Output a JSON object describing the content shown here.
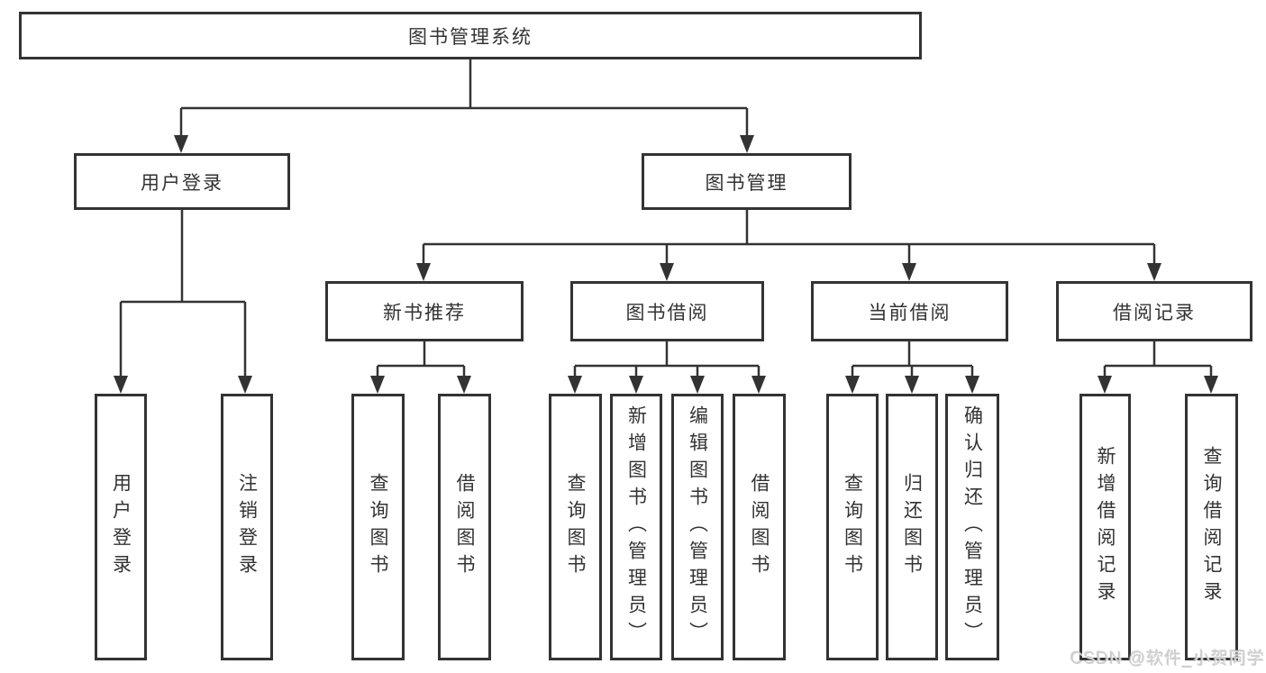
{
  "tree": {
    "root": {
      "label": "图书管理系统"
    },
    "branches": [
      {
        "label": "用户登录",
        "children": [
          "用户登录",
          "注销登录"
        ]
      },
      {
        "label": "图书管理",
        "children": [
          {
            "label": "新书推荐",
            "children": [
              "查询图书",
              "借阅图书"
            ]
          },
          {
            "label": "图书借阅",
            "children": [
              "查询图书",
              "新增图书（管理员）",
              "编辑图书（管理员）",
              "借阅图书"
            ]
          },
          {
            "label": "当前借阅",
            "children": [
              "查询图书",
              "归还图书",
              "确认归还（管理员）"
            ]
          },
          {
            "label": "借阅记录",
            "children": [
              "新增借阅记录",
              "查询借阅记录"
            ]
          }
        ]
      }
    ]
  },
  "colors": {
    "line": "#333333",
    "box_border": "#333333",
    "box_fill": "#ffffff",
    "text": "#333333",
    "watermark": "#cfcfcf"
  },
  "watermark": {
    "text": "CSDN @软件_小贺同学"
  }
}
